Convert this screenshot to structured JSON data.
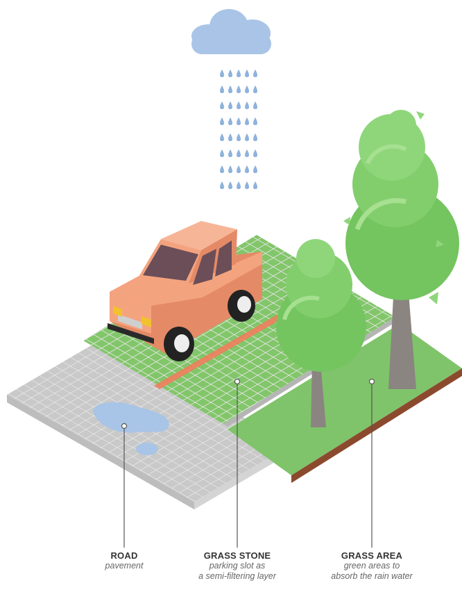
{
  "labels": {
    "road": {
      "title": "ROAD",
      "lines": [
        "pavement"
      ]
    },
    "grass_stone": {
      "title": "GRASS STONE",
      "lines": [
        "parking slot as",
        "a semi-filtering layer"
      ]
    },
    "grass_area": {
      "title": "GRASS AREA",
      "lines": [
        "green areas to",
        "absorb the rain water"
      ]
    }
  },
  "colors": {
    "cloud": "#a9c4e6",
    "rain": "#8fb2de",
    "paver": "#c9c9c9",
    "paver_line": "#ececec",
    "grass_cell": "#82c66a",
    "lawn": "#7fc46a",
    "soil": "#8b4a2e",
    "car_body": "#f4a37f",
    "car_shade": "#e58a66",
    "window": "#6b4e57",
    "tree_light": "#8fd67b",
    "tree_mid": "#74c45f",
    "trunk": "#8a8580",
    "red_band": "#ef7d5d",
    "puddle": "#a8c4e6"
  }
}
